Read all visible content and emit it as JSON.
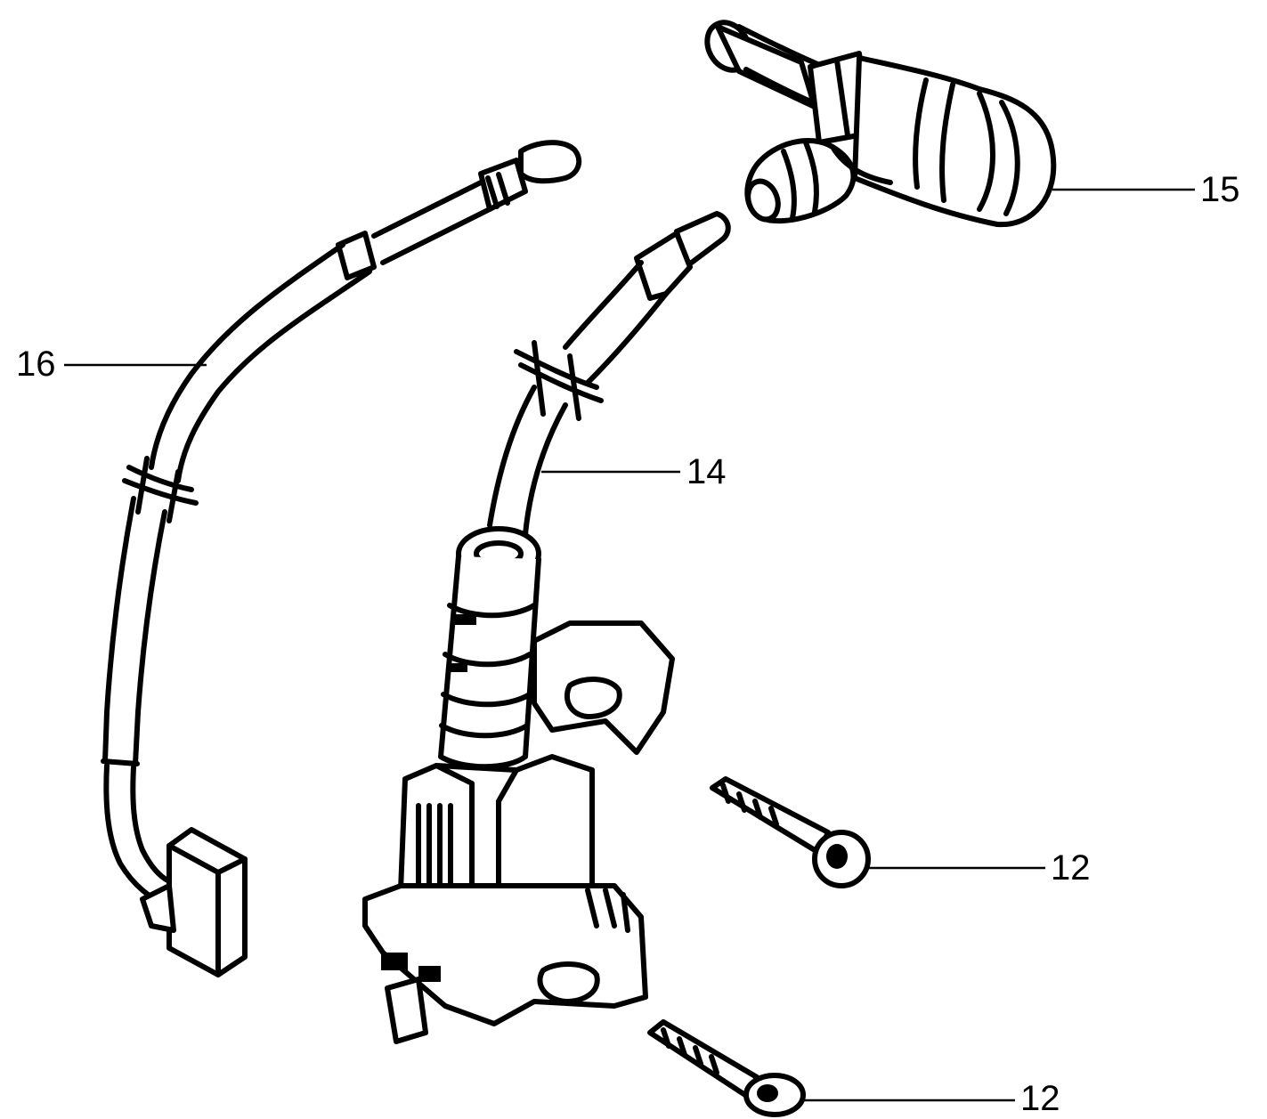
{
  "callouts": {
    "ignition_coil": "15",
    "pickup_cable": "16",
    "hv_lead": "14",
    "screw_upper": "12",
    "screw_lower": "12"
  },
  "colors": {
    "ink": "#000000",
    "paper": "#ffffff"
  }
}
